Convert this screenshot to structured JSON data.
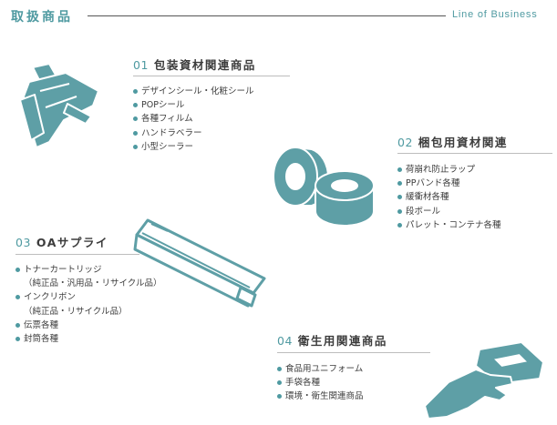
{
  "header": {
    "title": "取扱商品",
    "subtitle": "Line of Business"
  },
  "sections": [
    {
      "number": "01",
      "title": "包装資材関連商品",
      "items": [
        "デザインシール・化粧シール",
        "POPシール",
        "各種フィルム",
        "ハンドラベラー",
        "小型シーラー"
      ]
    },
    {
      "number": "02",
      "title": "梱包用資材関連",
      "items": [
        "荷崩れ防止ラップ",
        "PPバンド各種",
        "緩衝材各種",
        "段ボール",
        "パレット・コンテナ各種"
      ]
    },
    {
      "number": "03",
      "title": "OAサプライ",
      "items": [
        "トナーカートリッジ",
        "（純正品・汎用品・リサイクル品）",
        "インクリボン",
        "（純正品・リサイクル品）",
        "伝票各種",
        "封筒各種"
      ]
    },
    {
      "number": "04",
      "title": "衛生用関連商品",
      "items": [
        "食品用ユニフォーム",
        "手袋各種",
        "環境・衛生関連商品"
      ]
    }
  ],
  "colors": {
    "accent": "#4f9aa1",
    "text": "#3c3c3c"
  }
}
